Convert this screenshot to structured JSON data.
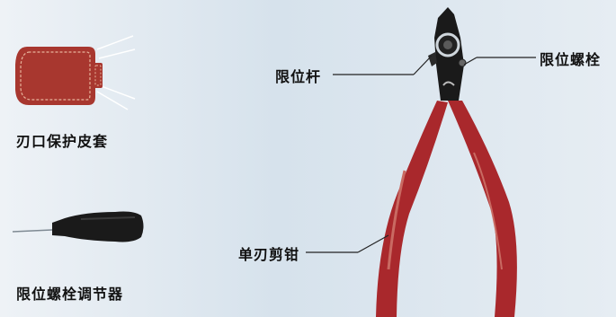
{
  "labels": {
    "blade_sheath": "刃口保护皮套",
    "screw_adjuster": "限位螺栓调节器",
    "limit_rod": "限位杆",
    "limit_screw": "限位螺栓",
    "single_blade_cutter": "单刃剪钳"
  },
  "colors": {
    "background": "#dfe8ef",
    "handle_red": "#a9282c",
    "sheath_red": "#a8372f",
    "metal_dark": "#1a1a1a",
    "label_text": "#111111"
  }
}
